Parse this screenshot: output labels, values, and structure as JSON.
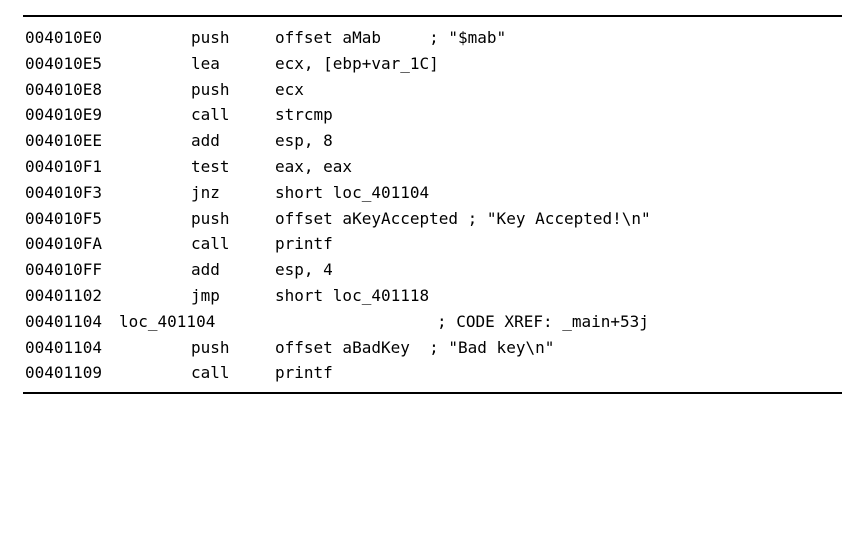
{
  "listing": {
    "rows": [
      {
        "addr": "004010E0",
        "label": "",
        "mnemonic": "push",
        "operands": "offset aMab     ; \"$mab\"",
        "xref": ""
      },
      {
        "addr": "004010E5",
        "label": "",
        "mnemonic": "lea",
        "operands": "ecx, [ebp+var_1C]",
        "xref": ""
      },
      {
        "addr": "004010E8",
        "label": "",
        "mnemonic": "push",
        "operands": "ecx",
        "xref": ""
      },
      {
        "addr": "004010E9",
        "label": "",
        "mnemonic": "call",
        "operands": "strcmp",
        "xref": ""
      },
      {
        "addr": "004010EE",
        "label": "",
        "mnemonic": "add",
        "operands": "esp, 8",
        "xref": ""
      },
      {
        "addr": "004010F1",
        "label": "",
        "mnemonic": "test",
        "operands": "eax, eax",
        "xref": ""
      },
      {
        "addr": "004010F3",
        "label": "",
        "mnemonic": "jnz",
        "operands": "short loc_401104",
        "xref": ""
      },
      {
        "addr": "004010F5",
        "label": "",
        "mnemonic": "push",
        "operands": "offset aKeyAccepted ; \"Key Accepted!\\n\"",
        "xref": ""
      },
      {
        "addr": "004010FA",
        "label": "",
        "mnemonic": "call",
        "operands": "printf",
        "xref": ""
      },
      {
        "addr": "004010FF",
        "label": "",
        "mnemonic": "add",
        "operands": "esp, 4",
        "xref": ""
      },
      {
        "addr": "00401102",
        "label": "",
        "mnemonic": "jmp",
        "operands": "short loc_401118",
        "xref": ""
      },
      {
        "addr": "00401104",
        "label": "loc_401104",
        "mnemonic": "",
        "operands": "",
        "xref": "; CODE XREF: _main+53j"
      },
      {
        "addr": "00401104",
        "label": "",
        "mnemonic": "push",
        "operands": "offset aBadKey  ; \"Bad key\\n\"",
        "xref": ""
      },
      {
        "addr": "00401109",
        "label": "",
        "mnemonic": "call",
        "operands": "printf",
        "xref": ""
      }
    ]
  }
}
